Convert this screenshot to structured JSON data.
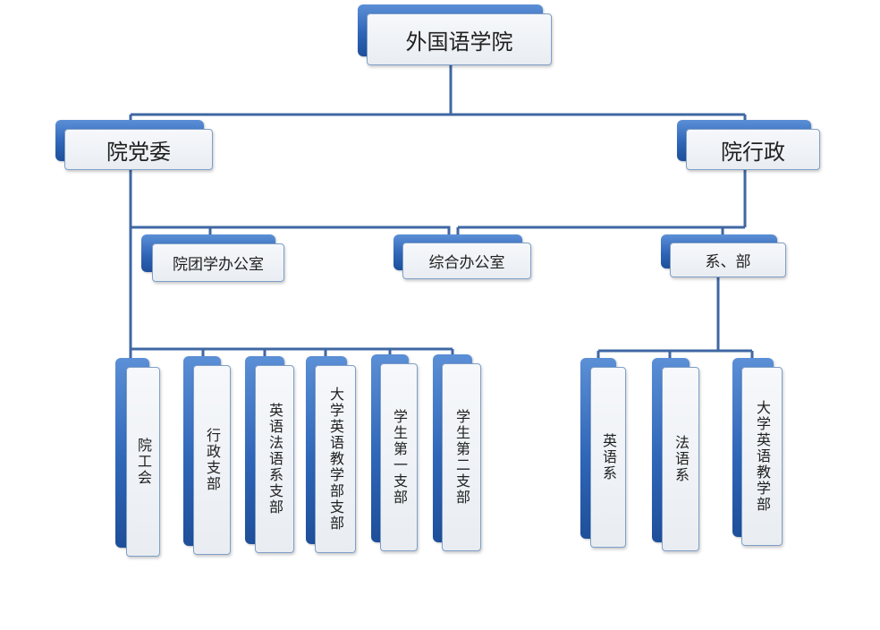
{
  "nodes": {
    "root": "外国语学院",
    "party": "院党委",
    "admin": "院行政",
    "youth_office": "院团学办公室",
    "general_office": "综合办公室",
    "departments": "系、部",
    "union": "院工会",
    "admin_branch": "行政支部",
    "en_fr_branch": "英语法语系支部",
    "college_en_branch": "大学英语教学部支部",
    "student_branch_1": "学生第一支部",
    "student_branch_2": "学生第二支部",
    "english_dept": "英语系",
    "french_dept": "法语系",
    "college_english_dept": "大学英语教学部"
  },
  "colors": {
    "connector": "#3f67a3",
    "box_back": "#2f66b8",
    "box_front": "#eceff4"
  }
}
